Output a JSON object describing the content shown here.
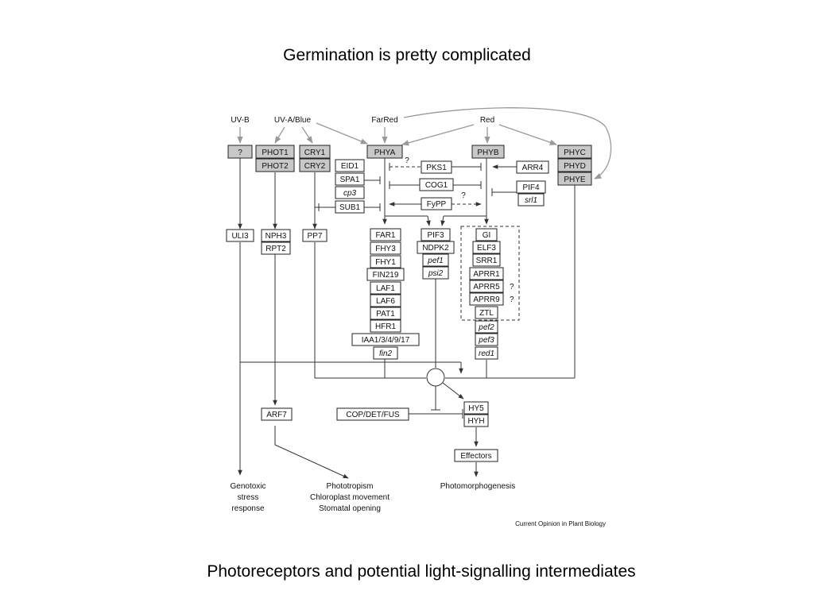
{
  "slide": {
    "title": "Germination is pretty complicated",
    "caption": "Photoreceptors and potential light-signalling intermediates"
  },
  "diagram": {
    "light": {
      "uvb": "UV-B",
      "uva_blue": "UV-A/Blue",
      "farred": "FarRed",
      "red": "Red"
    },
    "photoreceptors": {
      "unknown": "?",
      "phot1": "PHOT1",
      "phot2": "PHOT2",
      "cry1": "CRY1",
      "cry2": "CRY2",
      "phya": "PHYA",
      "phyb": "PHYB",
      "phyc": "PHYC",
      "phyd": "PHYD",
      "phye": "PHYE"
    },
    "modulators": {
      "eid1": "EID1",
      "spa1": "SPA1",
      "cp3": "cp3",
      "sub1": "SUB1",
      "pks1": "PKS1",
      "cog1": "COG1",
      "fypp": "FyPP",
      "q1": "?",
      "q2": "?",
      "arr4": "ARR4",
      "pif4": "PIF4",
      "srl1": "srl1"
    },
    "intermediates": {
      "uli3": "ULI3",
      "nph3": "NPH3",
      "rpt2": "RPT2",
      "pp7": "PP7",
      "phya_col": [
        "FAR1",
        "FHY3",
        "FHY1",
        "FIN219",
        "LAF1",
        "LAF6",
        "PAT1",
        "HFR1",
        "IAA1/3/4/9/17",
        "fin2"
      ],
      "shared_col": [
        "PIF3",
        "NDPK2",
        "pef1",
        "psi2"
      ],
      "phyb_col": [
        "GI",
        "ELF3",
        "SRR1",
        "APRR1",
        "APRR5",
        "APRR9",
        "ZTL",
        "pef2",
        "pef3",
        "red1"
      ],
      "aprr5_q": "?",
      "aprr9_q": "?"
    },
    "downstream": {
      "arf7": "ARF7",
      "cop": "COP/DET/FUS",
      "hy5": "HY5",
      "hyh": "HYH",
      "effectors": "Effectors"
    },
    "outcomes": {
      "genotoxic": [
        "Genotoxic",
        "stress",
        "response"
      ],
      "phototropism": [
        "Phototropism",
        "Chloroplast movement",
        "Stomatal opening"
      ],
      "photomorphogenesis": "Photomorphogenesis"
    },
    "credit": "Current Opinion in Plant Biology"
  }
}
